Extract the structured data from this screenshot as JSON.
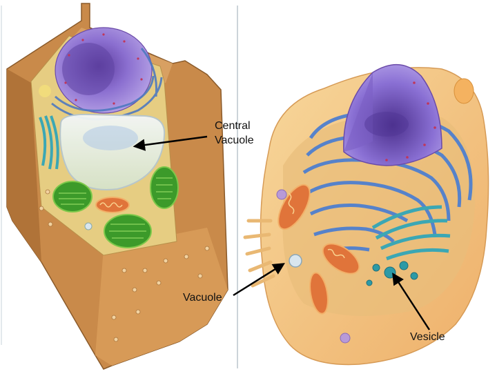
{
  "labels": {
    "central_vacuole_line1": "Central",
    "central_vacuole_line2": "Vacuole",
    "vacuole": "Vacuole",
    "vesicle": "Vesicle"
  },
  "colors": {
    "cell_wall": "#c98a4a",
    "cytoplasm_plant": "#e9d28a",
    "cytoplasm_animal": "#f4c98a",
    "nucleus": "#8a6fc4",
    "er": "#5c8fd0",
    "golgi": "#3ba7b4",
    "chloroplast": "#3c9a2a",
    "mitochondrion": "#e0743a",
    "central_vacuole": "#dde9f0",
    "arrow": "#000000"
  }
}
